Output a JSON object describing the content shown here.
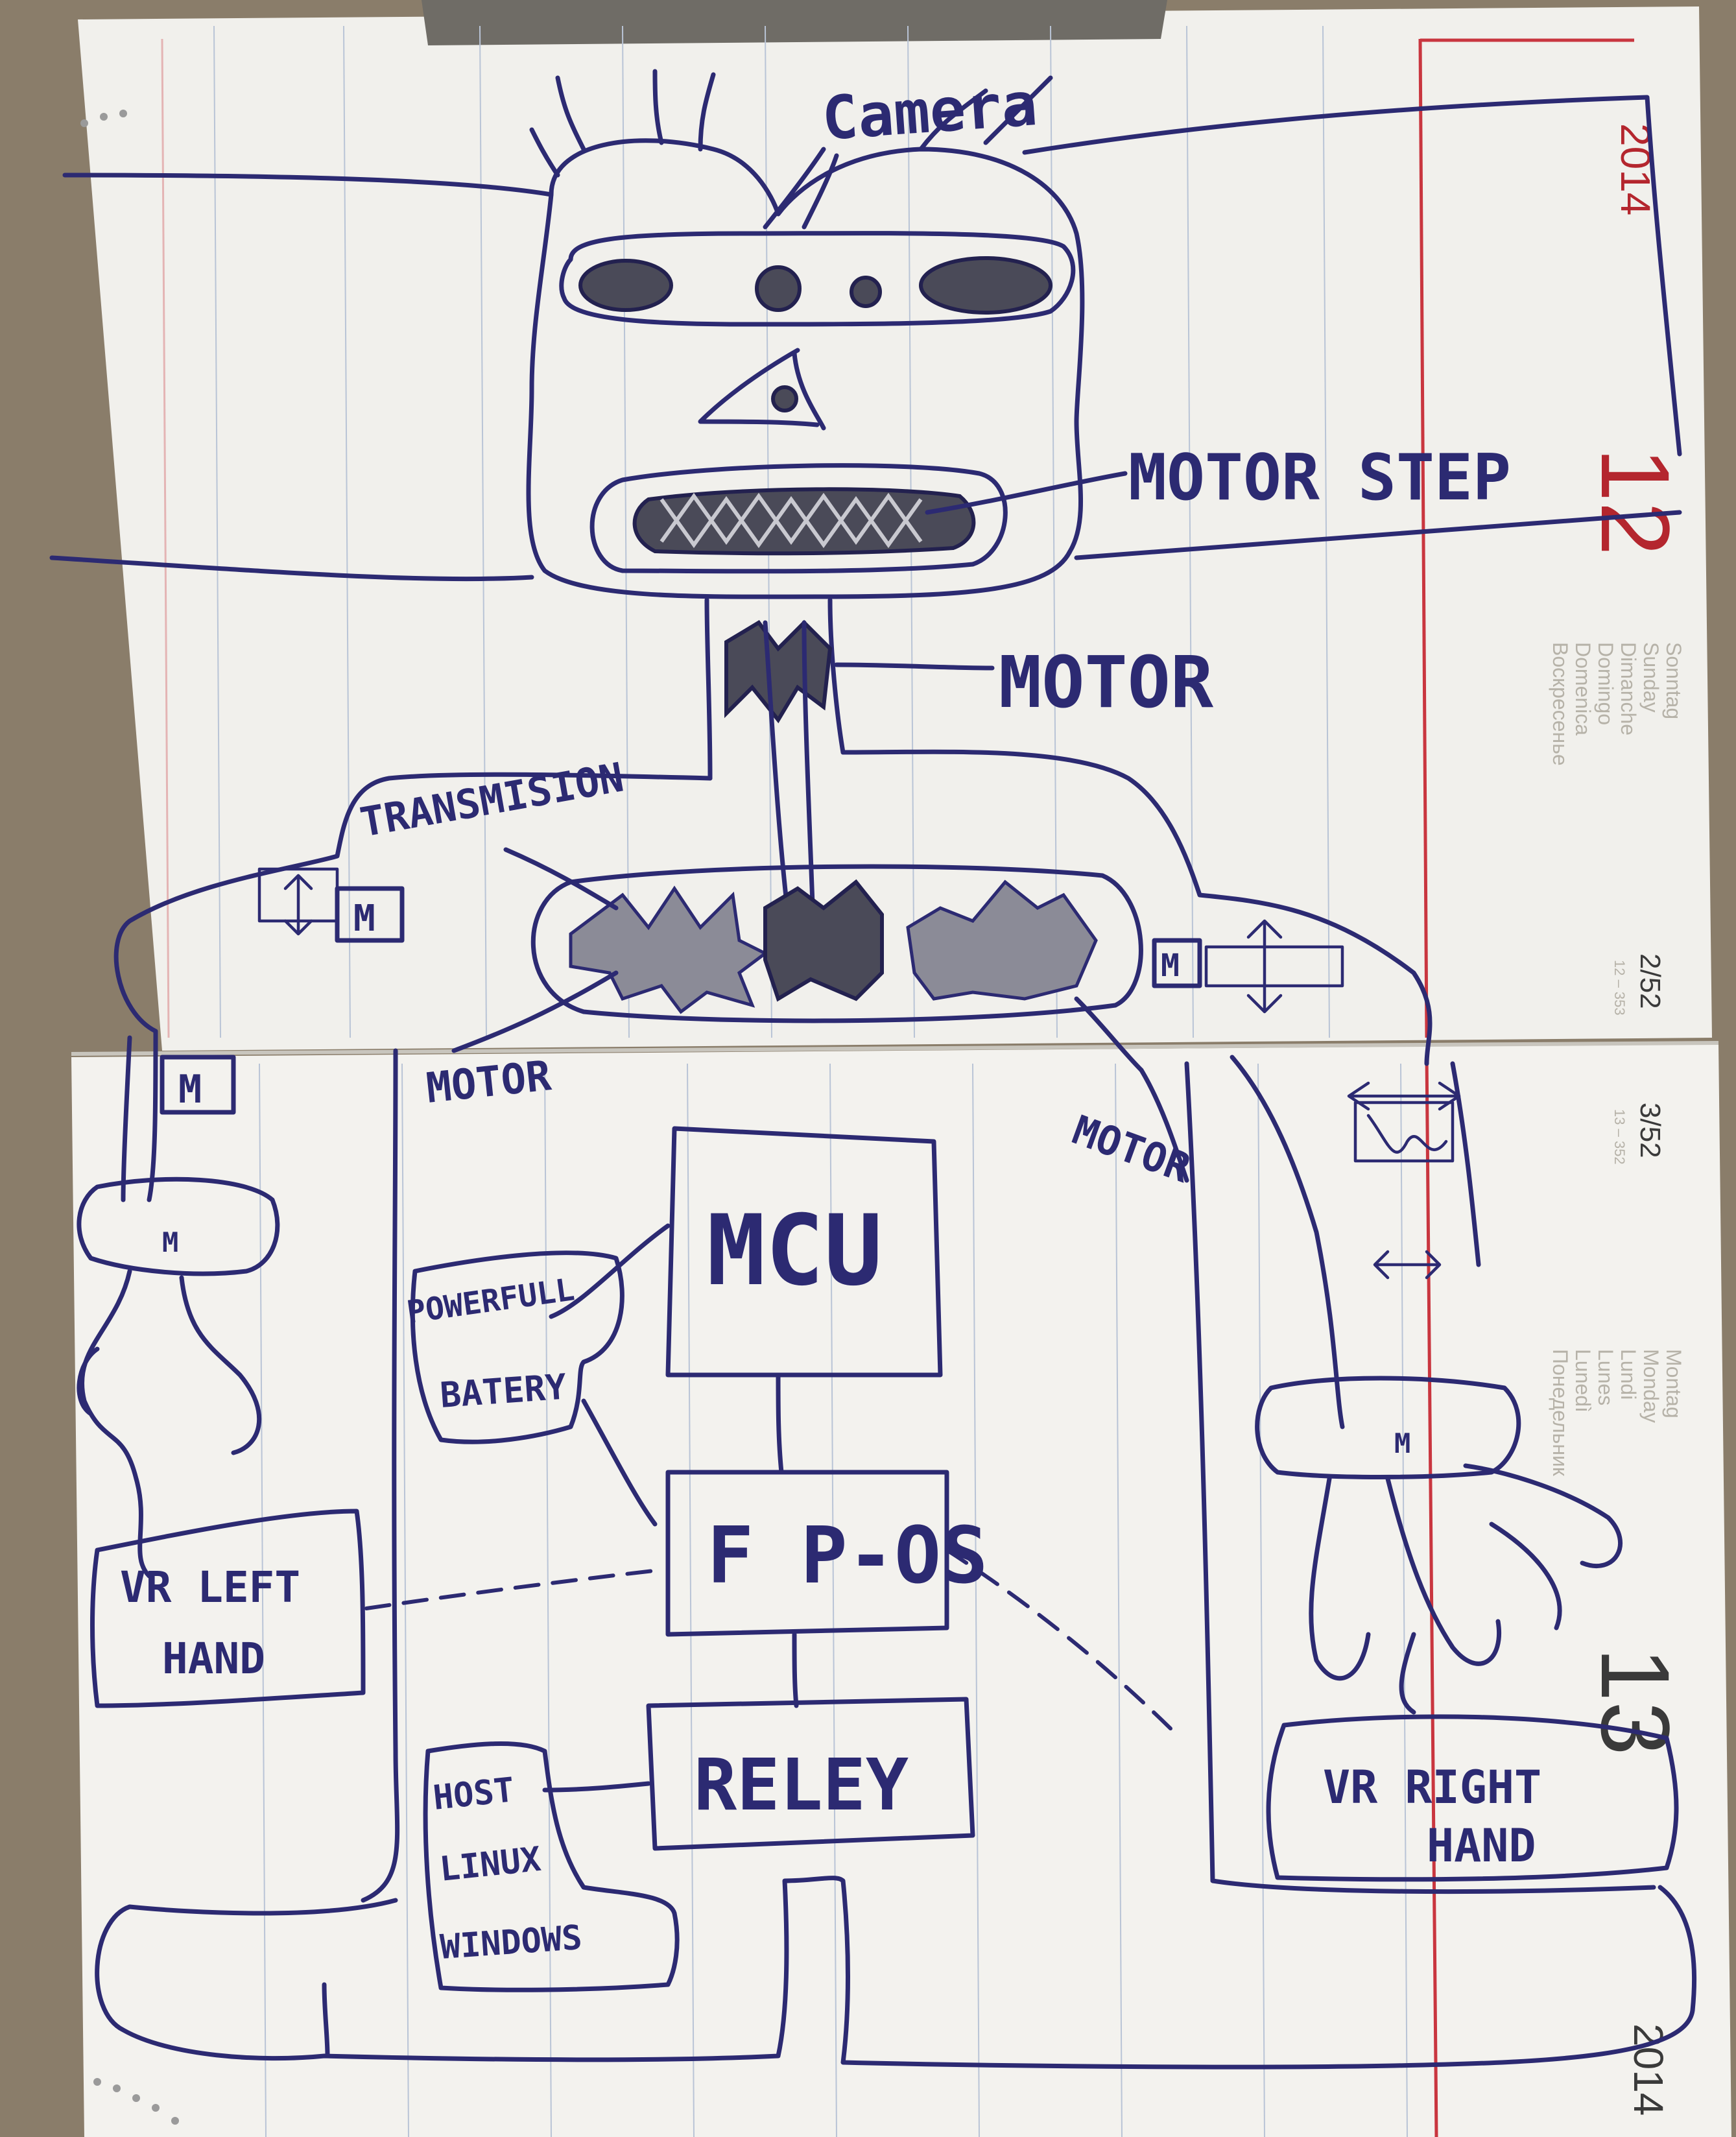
{
  "labels": {
    "camera": "Camera",
    "motor_step": "MOTOR STEP",
    "motor_neck": "MOTOR",
    "transmission": "TRANSMISION",
    "motor_left": "MOTOR",
    "motor_right": "MOTOR",
    "mcu": "MCU",
    "battery_line1": "POWERFULL",
    "battery_line2": "BATERY",
    "fp_os": "F P-OS",
    "vr_left_line1": "VR LEFT",
    "vr_left_line2": "HAND",
    "reley": "RELEY",
    "host_line1": "HOST",
    "host_line2": "LINUX",
    "host_line3": "WINDOWS",
    "vr_right_line1": "VR RIGHT",
    "vr_right_line2": "HAND",
    "small_motor_box": "M"
  },
  "planner": {
    "year_top": "2014",
    "year_bottom": "2014",
    "day_12": "12",
    "day_13": "13",
    "week_top": "2/52",
    "week_top_range": "12 – 353",
    "week_bottom": "3/52",
    "week_bottom_range": "13 – 352",
    "weekdays_sunday": [
      "Sonntag",
      "Sunday",
      "Dimanche",
      "Domingo",
      "Domenica",
      "Воскресенье"
    ],
    "weekdays_monday": [
      "Montag",
      "Monday",
      "Lundi",
      "Lunes",
      "Lunedì",
      "Понедельник"
    ]
  },
  "colors": {
    "ink": "#2c2a72",
    "paper": "#f3f2ee",
    "rule": "#b9c4d6",
    "margin_red": "#c9363f",
    "desk": "#8a7d6a"
  }
}
